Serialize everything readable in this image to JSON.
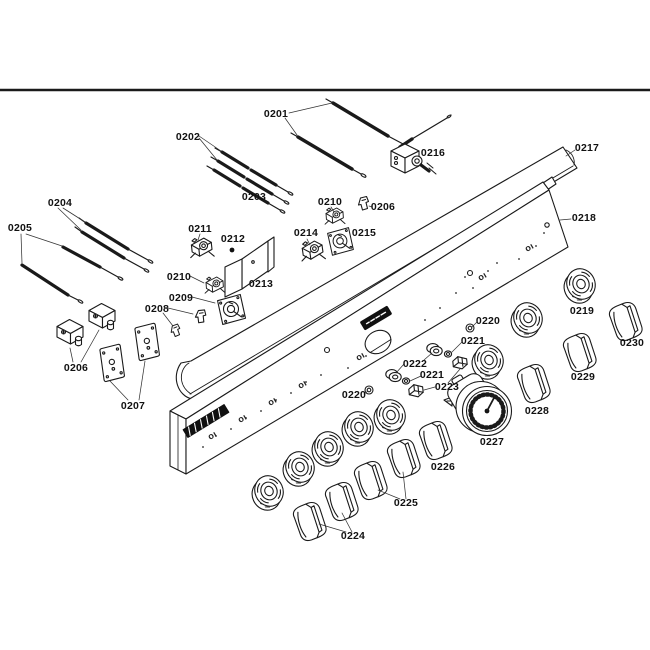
{
  "diagram": {
    "kind": "exploded-parts-diagram"
  },
  "labels": {
    "p0201": "0201",
    "p0202": "0202",
    "p0203": "0203",
    "p0204": "0204",
    "p0205": "0205",
    "p0206": "0206",
    "p0207": "0207",
    "p0208": "0208",
    "p0209": "0209",
    "p0210": "0210",
    "p0211": "0211",
    "p0212": "0212",
    "p0213": "0213",
    "p0214": "0214",
    "p0215": "0215",
    "p0216": "0216",
    "p0217": "0217",
    "p0218": "0218",
    "p0219": "0219",
    "p0220": "0220",
    "p0221": "0221",
    "p0222": "0222",
    "p0223": "0223",
    "p0224": "0224",
    "p0225": "0225",
    "p0226": "0226",
    "p0227": "0227",
    "p0228": "0228",
    "p0229": "0229",
    "p0230": "0230"
  },
  "panel": {
    "oi_mark": "OI"
  },
  "colors": {
    "line": "#1a1a1a",
    "background": "#ffffff"
  }
}
